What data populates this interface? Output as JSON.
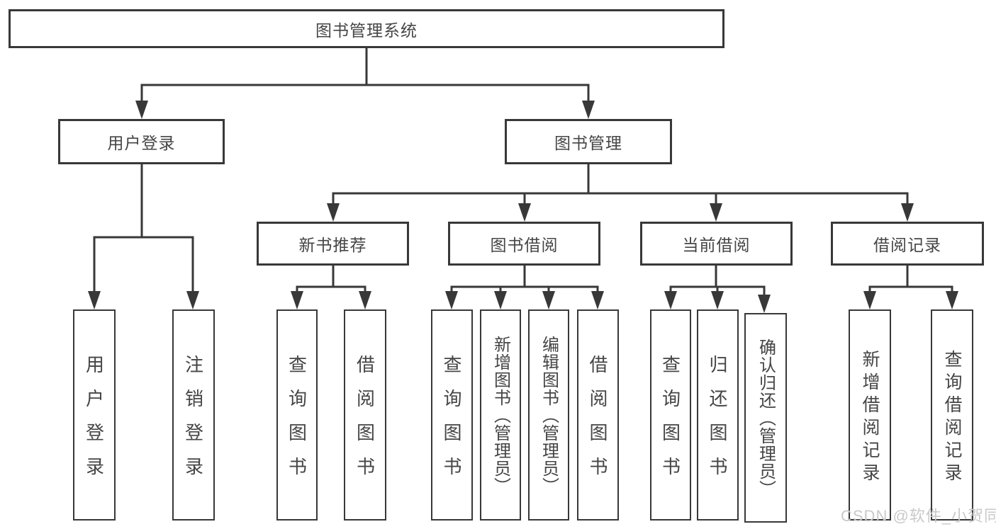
{
  "diagram": {
    "root": {
      "label": "图书管理系统"
    },
    "level2": [
      {
        "label": "用户登录"
      },
      {
        "label": "图书管理"
      }
    ],
    "level3": [
      {
        "label": "新书推荐"
      },
      {
        "label": "图书借阅"
      },
      {
        "label": "当前借阅"
      },
      {
        "label": "借阅记录"
      }
    ],
    "leaves": {
      "user_login": [
        {
          "label": "用户登录"
        },
        {
          "label": "注销登录"
        }
      ],
      "new_book_recommend": [
        {
          "label": "查询图书"
        },
        {
          "label": "借阅图书"
        }
      ],
      "book_borrowing": [
        {
          "label": "查询图书"
        },
        {
          "label": "新增图书（管理员）"
        },
        {
          "label": "编辑图书（管理员）"
        },
        {
          "label": "借阅图书"
        }
      ],
      "current_borrowing": [
        {
          "label": "查询图书"
        },
        {
          "label": "归还图书"
        },
        {
          "label": "确认归还（管理员）"
        }
      ],
      "borrowing_records": [
        {
          "label": "新增借阅记录"
        },
        {
          "label": "查询借阅记录"
        }
      ]
    },
    "watermark": "CSDN @软件_小贺同学",
    "colors": {
      "line": "#383838",
      "text": "#454545",
      "watermark": "#c9c9c9",
      "background": "#ffffff"
    }
  }
}
